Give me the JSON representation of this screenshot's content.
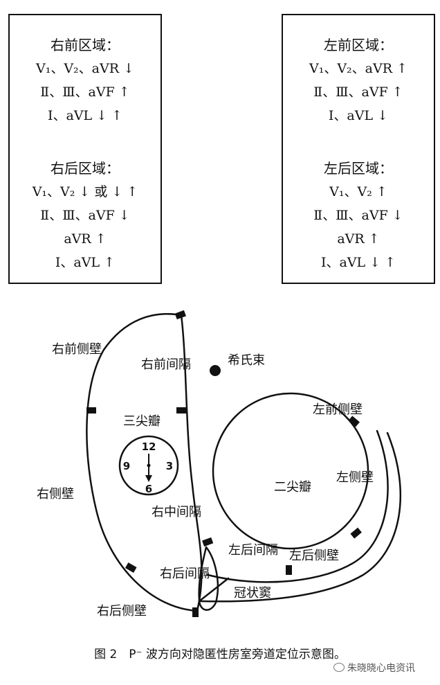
{
  "right_box": {
    "anterior_title": "右前区域：",
    "anterior_lines": [
      "V₁、V₂、aVR ↓",
      "Ⅱ、Ⅲ、aVF ↑",
      "Ⅰ、aVL ↓ ↑"
    ],
    "posterior_title": "右后区域：",
    "posterior_lines": [
      "V₁、V₂ ↓ 或 ↓ ↑",
      "Ⅱ、Ⅲ、aVF ↓",
      "aVR ↑",
      "Ⅰ、aVL ↑"
    ]
  },
  "left_box": {
    "anterior_title": "左前区域：",
    "anterior_lines": [
      "V₁、V₂、aVR ↑",
      "Ⅱ、Ⅲ、aVF ↑",
      "Ⅰ、aVL ↓"
    ],
    "posterior_title": "左后区域：",
    "posterior_lines": [
      "V₁、V₂ ↑",
      "Ⅱ、Ⅲ、aVF ↓",
      "aVR ↑",
      "Ⅰ、aVL ↓ ↑"
    ]
  },
  "labels": {
    "right_anterior_wall": "右前侧壁",
    "right_anterior_septum": "右前间隔",
    "his_bundle": "希氏束",
    "tricuspid": "三尖瓣",
    "right_wall": "右侧壁",
    "right_mid_septum": "右中间隔",
    "right_posterior_septum": "右后间隔",
    "right_posterior_wall": "右后侧壁",
    "left_anterior_wall": "左前侧壁",
    "mitral": "二尖瓣",
    "left_wall": "左侧壁",
    "left_posterior_septum": "左后间隔",
    "left_posterior_wall": "左后侧壁",
    "coronary_sinus": "冠状窦"
  },
  "clock": {
    "n12": "12",
    "n3": "3",
    "n6": "6",
    "n9": "9"
  },
  "caption": "图 2　P⁻ 波方向对隐匿性房室旁道定位示意图。",
  "watermark": "朱晓晓心电资讯"
}
